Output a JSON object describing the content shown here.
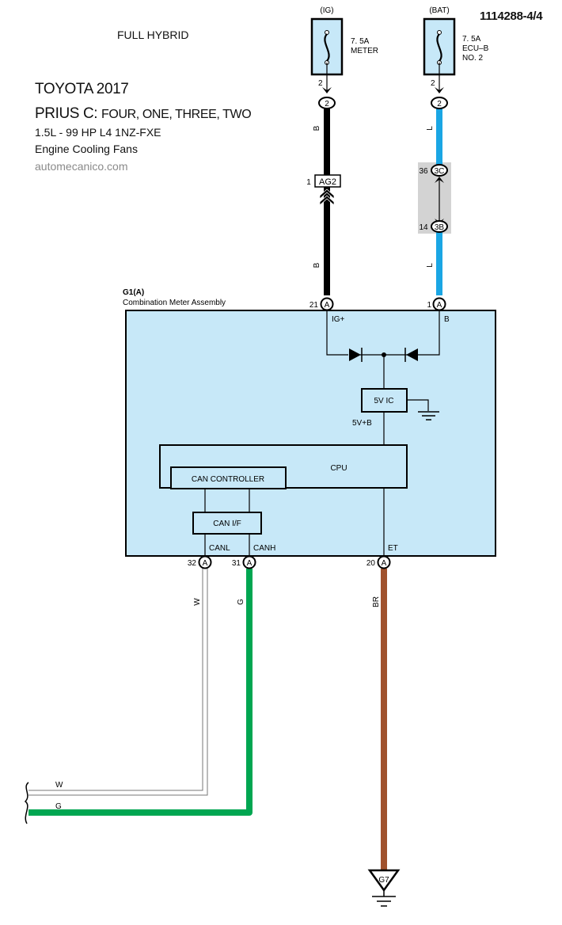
{
  "header": {
    "full_hybrid": "FULL HYBRID",
    "doc_id": "1114288-4/4"
  },
  "title": {
    "make_year": "TOYOTA 2017",
    "model": "PRIUS C:",
    "trims": "FOUR, ONE, THREE, TWO",
    "engine": "1.5L - 99 HP  L4 1NZ-FXE",
    "system": "Engine Cooling Fans",
    "site": "automecanico.com"
  },
  "colors": {
    "component_fill": "#c7e8f8",
    "wire_black": "#000000",
    "wire_blue": "#1aa6e4",
    "wire_green": "#00a651",
    "wire_brown": "#a0522d",
    "wire_white": "#ffffff",
    "junction_gray": "#d3d3d3"
  },
  "fuses": [
    {
      "source": "(IG)",
      "rating": "7. 5A",
      "name_line1": "METER",
      "name_line2": "",
      "pin": "2",
      "connector": "2"
    },
    {
      "source": "(BAT)",
      "rating": "7. 5A",
      "name_line1": "ECU–B",
      "name_line2": "NO. 2",
      "pin": "2",
      "connector": "2"
    }
  ],
  "wires": {
    "ig_upper_color": "B",
    "ig_lower_color": "B",
    "bat_upper_color": "L",
    "bat_lower_color": "L",
    "canl_color": "W",
    "canh_color": "G",
    "et_color": "BR",
    "bus_w_label": "W",
    "bus_g_label": "G"
  },
  "connectors": {
    "ag2": {
      "pin": "1",
      "label": "AG2"
    },
    "jc_top": {
      "pin": "36",
      "label": "3C"
    },
    "jc_bottom": {
      "pin": "14",
      "label": "3B"
    }
  },
  "component": {
    "id": "G1(A)",
    "name": "Combination Meter Assembly",
    "pins": [
      {
        "num": "21",
        "conn": "A",
        "label": "IG+"
      },
      {
        "num": "1",
        "conn": "A",
        "label": "B"
      },
      {
        "num": "32",
        "conn": "A",
        "label": "CANL"
      },
      {
        "num": "31",
        "conn": "A",
        "label": "CANH"
      },
      {
        "num": "20",
        "conn": "A",
        "label": "ET"
      }
    ],
    "blocks": {
      "ic": "5V IC",
      "ic_out": "5V+B",
      "cpu": "CPU",
      "can_controller": "CAN CONTROLLER",
      "can_if": "CAN I/F"
    }
  },
  "ground": {
    "label": "G7"
  }
}
